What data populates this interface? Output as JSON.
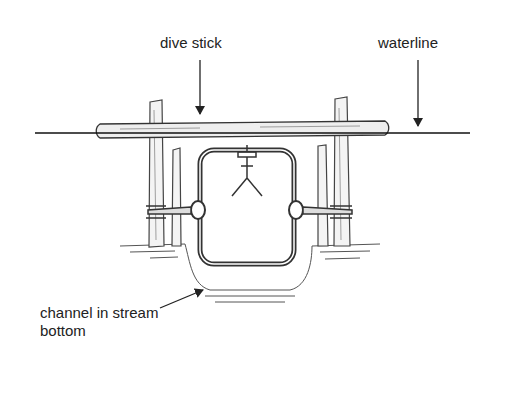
{
  "diagram": {
    "labels": [
      "dive stick",
      "waterline",
      "channel in stream bottom"
    ]
  }
}
